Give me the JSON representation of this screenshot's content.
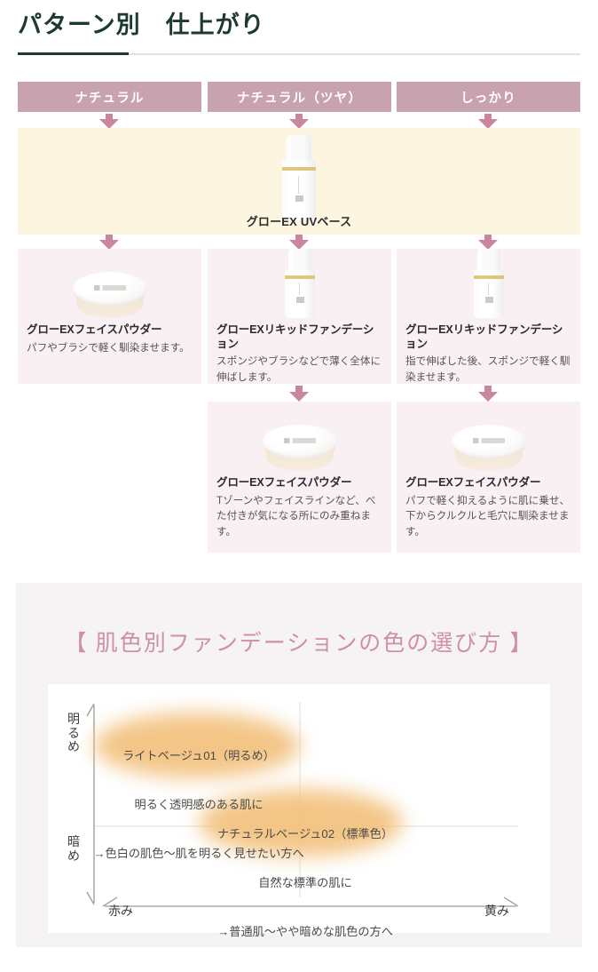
{
  "page": {
    "title": "パターン別　仕上がり"
  },
  "flow": {
    "columns": [
      {
        "header": "ナチュラル"
      },
      {
        "header": "ナチュラル（ツヤ）"
      },
      {
        "header": "しっかり"
      }
    ],
    "base_step": {
      "product": "グローEX UVベース",
      "icon": "uv-base-bottle-icon"
    },
    "row1": [
      {
        "icon": "face-powder-compact-icon",
        "product": "グローEXフェイスパウダー",
        "desc": "パフやブラシで軽く馴染ませます。"
      },
      {
        "icon": "liquid-foundation-bottle-icon",
        "product": "グローEXリキッドファンデーション",
        "desc": "スポンジやブラシなどで薄く全体に伸ばします。"
      },
      {
        "icon": "liquid-foundation-bottle-icon",
        "product": "グローEXリキッドファンデーション",
        "desc": "指で伸ばした後、スポンジで軽く馴染ませます。"
      }
    ],
    "row2": [
      {
        "icon": "face-powder-compact-icon",
        "product": "グローEXフェイスパウダー",
        "desc": "Tゾーンやフェイスラインなど、べた付きが気になる所にのみ重ねます。"
      },
      {
        "icon": "face-powder-compact-icon",
        "product": "グローEXフェイスパウダー",
        "desc": "パフで軽く抑えるように肌に乗せ、下からクルクルと毛穴に馴染ませます。"
      }
    ]
  },
  "shade_section": {
    "title": "【 肌色別ファンデーションの色の選び方 】"
  },
  "chart_data": {
    "type": "scatter",
    "title": "【 肌色別ファンデーションの色の選び方 】",
    "xlabel": "",
    "ylabel": "",
    "x_axis": {
      "left_label": "赤み",
      "right_label": "黄み"
    },
    "y_axis": {
      "top_label": "明るめ",
      "bottom_label": "暗め"
    },
    "grid": true,
    "legend": "none",
    "points": [
      {
        "name": "ライトベージュ01（明るめ）",
        "line1": "ライトベージュ01（明るめ）",
        "line2": "明るく透明感のある肌に",
        "line3": "→色白の肌色〜肌を明るく見せたい方へ",
        "x": 0.3,
        "y": 0.78,
        "color": "#f3c381"
      },
      {
        "name": "ナチュラルベージュ02（標準色）",
        "line1": "ナチュラルベージュ02（標準色）",
        "line2": "自然な標準の肌に",
        "line3": "→普通肌〜やや暗めな肌色の方へ",
        "x": 0.52,
        "y": 0.48,
        "color": "#f0b96d"
      }
    ]
  },
  "colors": {
    "header_tab": "#c9a2b0",
    "arrow": "#c9869c",
    "base_band": "#fcf6e1",
    "card_bg": "#f8f0f3",
    "panel_bg": "#f5f3f3",
    "title_accent": "#1d3a2f",
    "shade_title": "#cf8fa4",
    "blob": "#f3c381"
  }
}
